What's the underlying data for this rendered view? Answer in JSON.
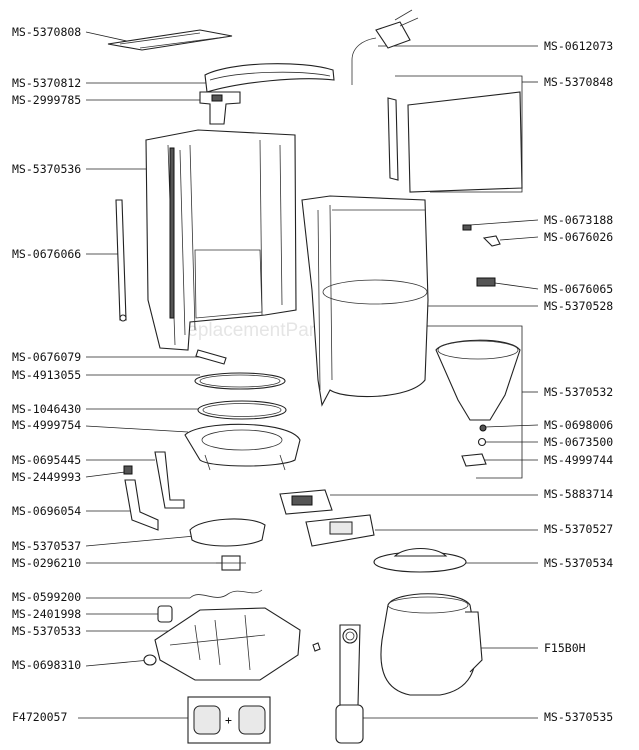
{
  "watermark": "eReplacementParts.com",
  "labels_left": [
    "MS-5370808",
    "MS-5370812",
    "MS-2999785",
    "MS-5370536",
    "MS-0676066",
    "MS-0676079",
    "MS-4913055",
    "MS-1046430",
    "MS-4999754",
    "MS-0695445",
    "MS-2449993",
    "MS-0696054",
    "MS-5370537",
    "MS-0296210",
    "MS-0599200",
    "MS-2401998",
    "MS-5370533",
    "MS-0698310",
    "F4720057"
  ],
  "labels_right": [
    "MS-0612073",
    "MS-5370848",
    "MS-0673188",
    "MS-0676026",
    "MS-0676065",
    "MS-5370528",
    "MS-5370532",
    "MS-0698006",
    "MS-0673500",
    "MS-4999744",
    "MS-5883714",
    "MS-5370527",
    "MS-5370534",
    "F15B0H",
    "MS-5370535"
  ],
  "kit_symbol": "+"
}
